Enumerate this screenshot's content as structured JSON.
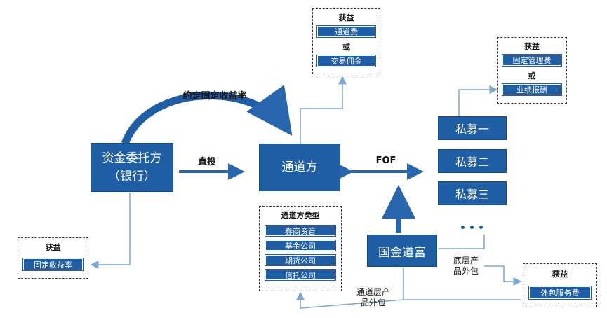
{
  "nodes": {
    "client": [
      "资金委托方",
      "（银行）"
    ],
    "channel": "通道方",
    "guojin": "国金道富",
    "private": [
      "私募一",
      "私募二",
      "私募三"
    ]
  },
  "labels": {
    "fixed_rate": "约定固定收益率",
    "direct": "直投",
    "fof": "FOF",
    "bottom_outsource": [
      "底层产",
      "品外包"
    ],
    "channel_outsource": [
      "通道层产",
      "品外包"
    ]
  },
  "boxes": {
    "channel_income": {
      "title": "获益",
      "items": [
        "通道费",
        "交易佣金"
      ],
      "or": "或"
    },
    "private_income": {
      "title": "获益",
      "items": [
        "固定管理费",
        "业绩报酬"
      ],
      "or": "或"
    },
    "client_income": {
      "title": "获益",
      "items": [
        "固定收益率"
      ]
    },
    "outsource_income": {
      "title": "获益",
      "items": [
        "外包服务费"
      ]
    },
    "channel_types": {
      "title": "通道方类型",
      "items": [
        "券商资管",
        "基金公司",
        "期货公司",
        "信托公司"
      ]
    }
  },
  "colors": {
    "box_blue": "#1f5ea4",
    "arrow_blue": "#2a66ad",
    "line_blue": "#7fa6d2"
  }
}
